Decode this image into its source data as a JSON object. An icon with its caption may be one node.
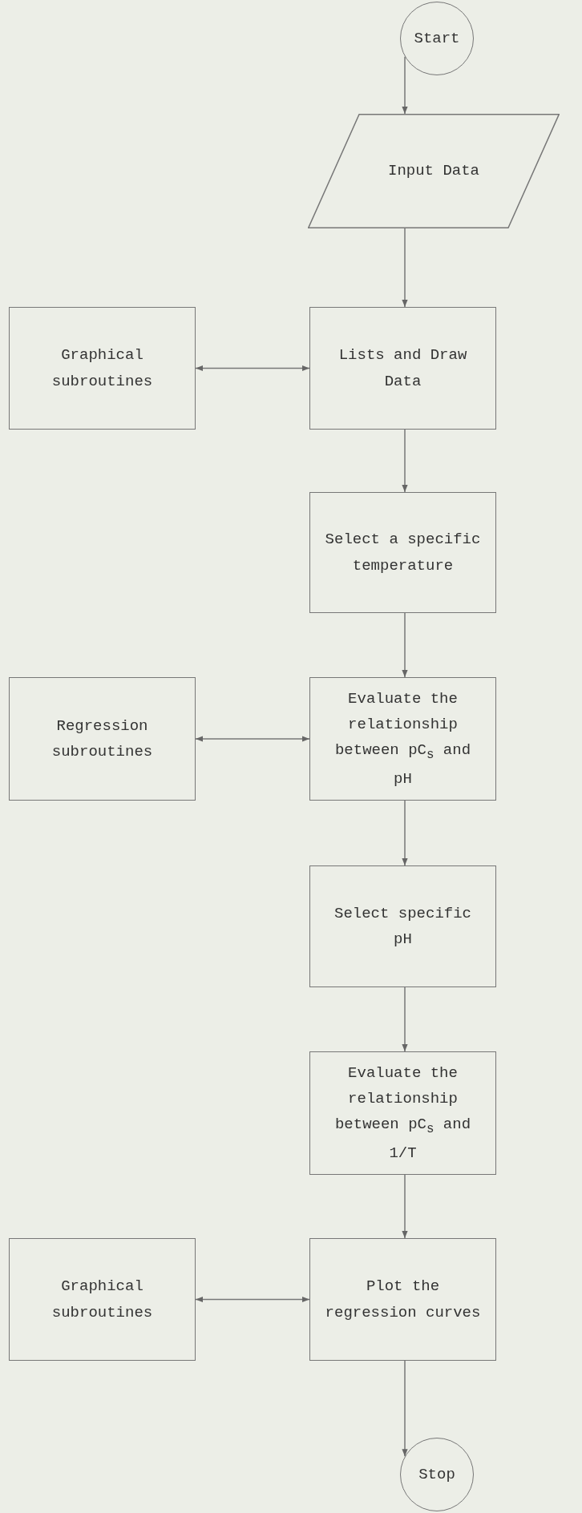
{
  "diagram": {
    "nodes": [
      {
        "text": [
          "Start"
        ]
      },
      {
        "text": [
          "Input Data"
        ]
      },
      {
        "text": [
          "Graphical subroutines"
        ]
      },
      {
        "text": [
          "Lists and Draw Data"
        ]
      },
      {
        "text": [
          "Select a specific temperature"
        ]
      },
      {
        "text": [
          "Regression subroutines"
        ]
      },
      {
        "text": [
          "Evaluate the relationship between pC$_{s}$ and pH"
        ]
      },
      {
        "text": [
          "Select specific pH"
        ]
      },
      {
        "text": [
          "Evaluate the relationship between pC$_{s}$ and 1/T"
        ]
      },
      {
        "text": [
          "Graphical subroutines"
        ]
      },
      {
        "text": [
          "Plot the regression curves"
        ]
      },
      {
        "text": [
          "Stop"
        ]
      }
    ],
    "edges": [
      {
        "from": 0,
        "to": 1,
        "arrow": "to"
      },
      {
        "from": 1,
        "to": 3,
        "arrow": "to"
      },
      {
        "from": 2,
        "to": 3,
        "arrow": "both"
      },
      {
        "from": 3,
        "to": 4,
        "arrow": "to"
      },
      {
        "from": 4,
        "to": 6,
        "arrow": "to"
      },
      {
        "from": 5,
        "to": 6,
        "arrow": "both"
      },
      {
        "from": 6,
        "to": 7,
        "arrow": "to"
      },
      {
        "from": 7,
        "to": 8,
        "arrow": "to"
      },
      {
        "from": 8,
        "to": 10,
        "arrow": "to"
      },
      {
        "from": 9,
        "to": 10,
        "arrow": "both"
      },
      {
        "from": 10,
        "to": 11,
        "arrow": "to"
      }
    ]
  }
}
